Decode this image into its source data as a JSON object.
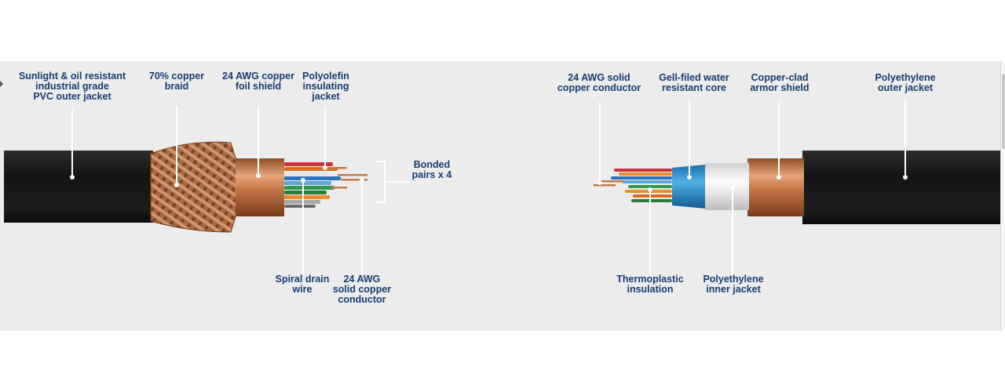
{
  "left_cable": {
    "labels": {
      "outer_jacket": "Sunlight & oil resistant\nindustrial grade\nPVC outer jacket",
      "braid": "70% copper\nbraid",
      "foil_shield": "24 AWG copper\nfoil shield",
      "insulating_jacket": "Polyolefin\ninsulating\njacket",
      "bonded_pairs": "Bonded\npairs x 4",
      "drain_wire": "Spiral drain\nwire",
      "conductor": "24 AWG\nsolid copper\nconductor"
    }
  },
  "right_cable": {
    "labels": {
      "conductor": "24 AWG solid\ncopper conductor",
      "water_resistant_core": "Gell-filed water\nresistant core",
      "armor_shield": "Copper-clad\narmor shield",
      "outer_jacket": "Polyethylene\nouter jacket",
      "insulation": "Thermoplastic\ninsulation",
      "inner_jacket": "Polyethylene\ninner jacket"
    }
  },
  "colors": {
    "label_text": "#153c74",
    "panel_background": "#ececec",
    "jacket_black": "#1b1b1b",
    "copper": "#c8845a",
    "leader_line": "#ffffff"
  }
}
